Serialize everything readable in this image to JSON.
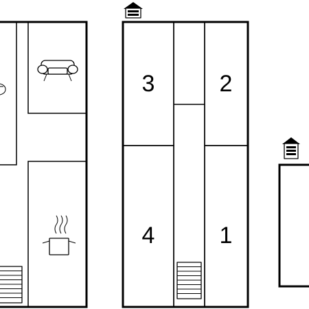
{
  "floor_plan": {
    "rooms": [
      {
        "number": "3"
      },
      {
        "number": "2"
      },
      {
        "number": "4"
      },
      {
        "number": "1"
      }
    ],
    "icons": [
      "entrance-icon",
      "sofa-icon",
      "cooking-pot-icon",
      "stairs-icon",
      "bed-icon"
    ]
  }
}
